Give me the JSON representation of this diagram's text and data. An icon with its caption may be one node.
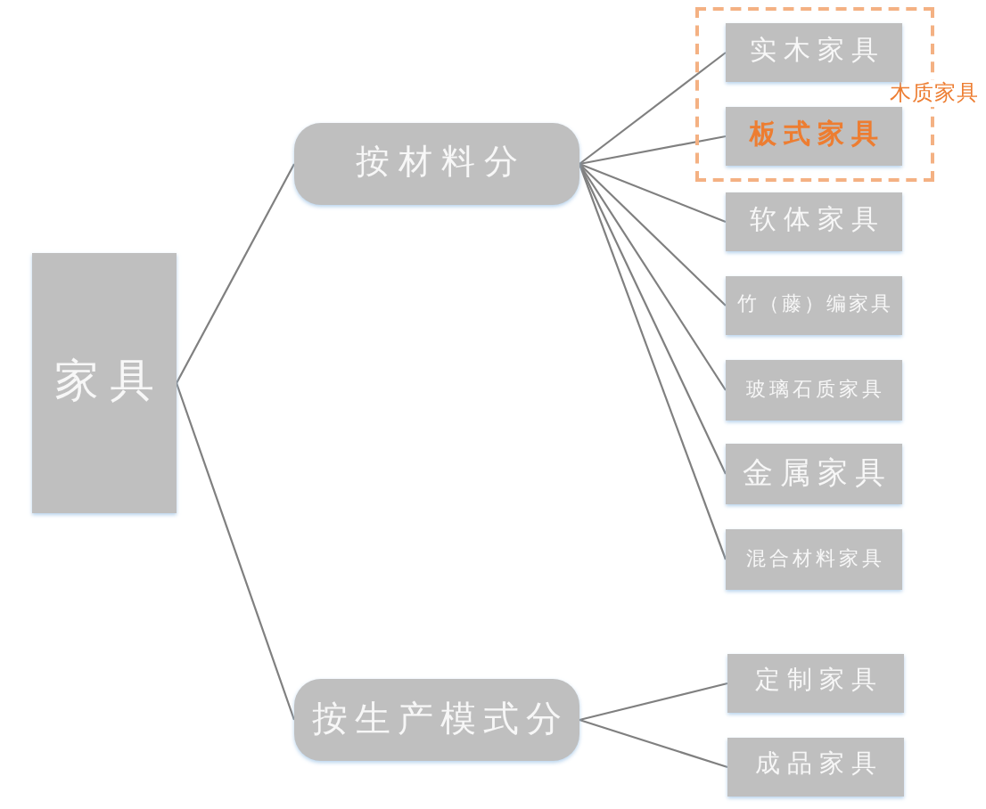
{
  "diagram": {
    "nodes": [
      {
        "text": [
          "家具"
        ]
      },
      {
        "text": [
          "按材料分"
        ]
      },
      {
        "text": [
          "木质家具"
        ]
      },
      {
        "text": [
          "实木家具"
        ],
        "in": 2
      },
      {
        "text": [
          "板式家具"
        ],
        "in": 2
      },
      {
        "text": [
          "软体家具"
        ]
      },
      {
        "text": [
          "竹（藤）编家具"
        ]
      },
      {
        "text": [
          "玻璃石质家具"
        ]
      },
      {
        "text": [
          "金属家具"
        ]
      },
      {
        "text": [
          "混合材料家具"
        ]
      },
      {
        "text": [
          "按生产模式分"
        ]
      },
      {
        "text": [
          "定制家具"
        ]
      },
      {
        "text": [
          "成品家具"
        ]
      }
    ],
    "edges": [
      {
        "from": 0,
        "to": 1,
        "arrow": "none"
      },
      {
        "from": 0,
        "to": 10,
        "arrow": "none"
      },
      {
        "from": 1,
        "to": 3,
        "arrow": "none"
      },
      {
        "from": 1,
        "to": 4,
        "arrow": "none"
      },
      {
        "from": 1,
        "to": 5,
        "arrow": "none"
      },
      {
        "from": 1,
        "to": 6,
        "arrow": "none"
      },
      {
        "from": 1,
        "to": 7,
        "arrow": "none"
      },
      {
        "from": 1,
        "to": 8,
        "arrow": "none"
      },
      {
        "from": 1,
        "to": 9,
        "arrow": "none"
      },
      {
        "from": 10,
        "to": 11,
        "arrow": "none"
      },
      {
        "from": 10,
        "to": 12,
        "arrow": "none"
      }
    ]
  }
}
